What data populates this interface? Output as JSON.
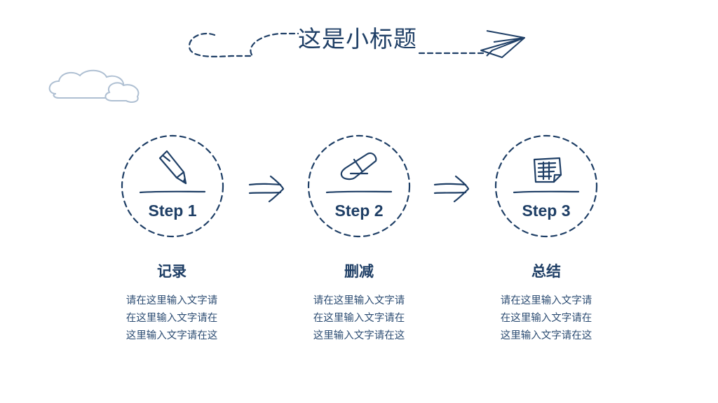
{
  "title": "这是小标题",
  "colors": {
    "primary": "#1f3f66",
    "cloud": "#aebfd2",
    "text": "#2d4d73"
  },
  "steps": [
    {
      "label": "Step 1",
      "icon": "pencil-icon",
      "title": "记录",
      "desc": [
        "请在这里输入文字请",
        "在这里输入文字请在",
        "这里输入文字请在这"
      ]
    },
    {
      "label": "Step 2",
      "icon": "eraser-icon",
      "title": "删减",
      "desc": [
        "请在这里输入文字请",
        "在这里输入文字请在",
        "这里输入文字请在这"
      ]
    },
    {
      "label": "Step 3",
      "icon": "document-icon",
      "title": "总结",
      "desc": [
        "请在这里输入文字请",
        "在这里输入文字请在",
        "这里输入文字请在这"
      ]
    }
  ],
  "decorations": [
    "cloud-icon",
    "paper-plane-icon",
    "arrow-right-icon"
  ]
}
